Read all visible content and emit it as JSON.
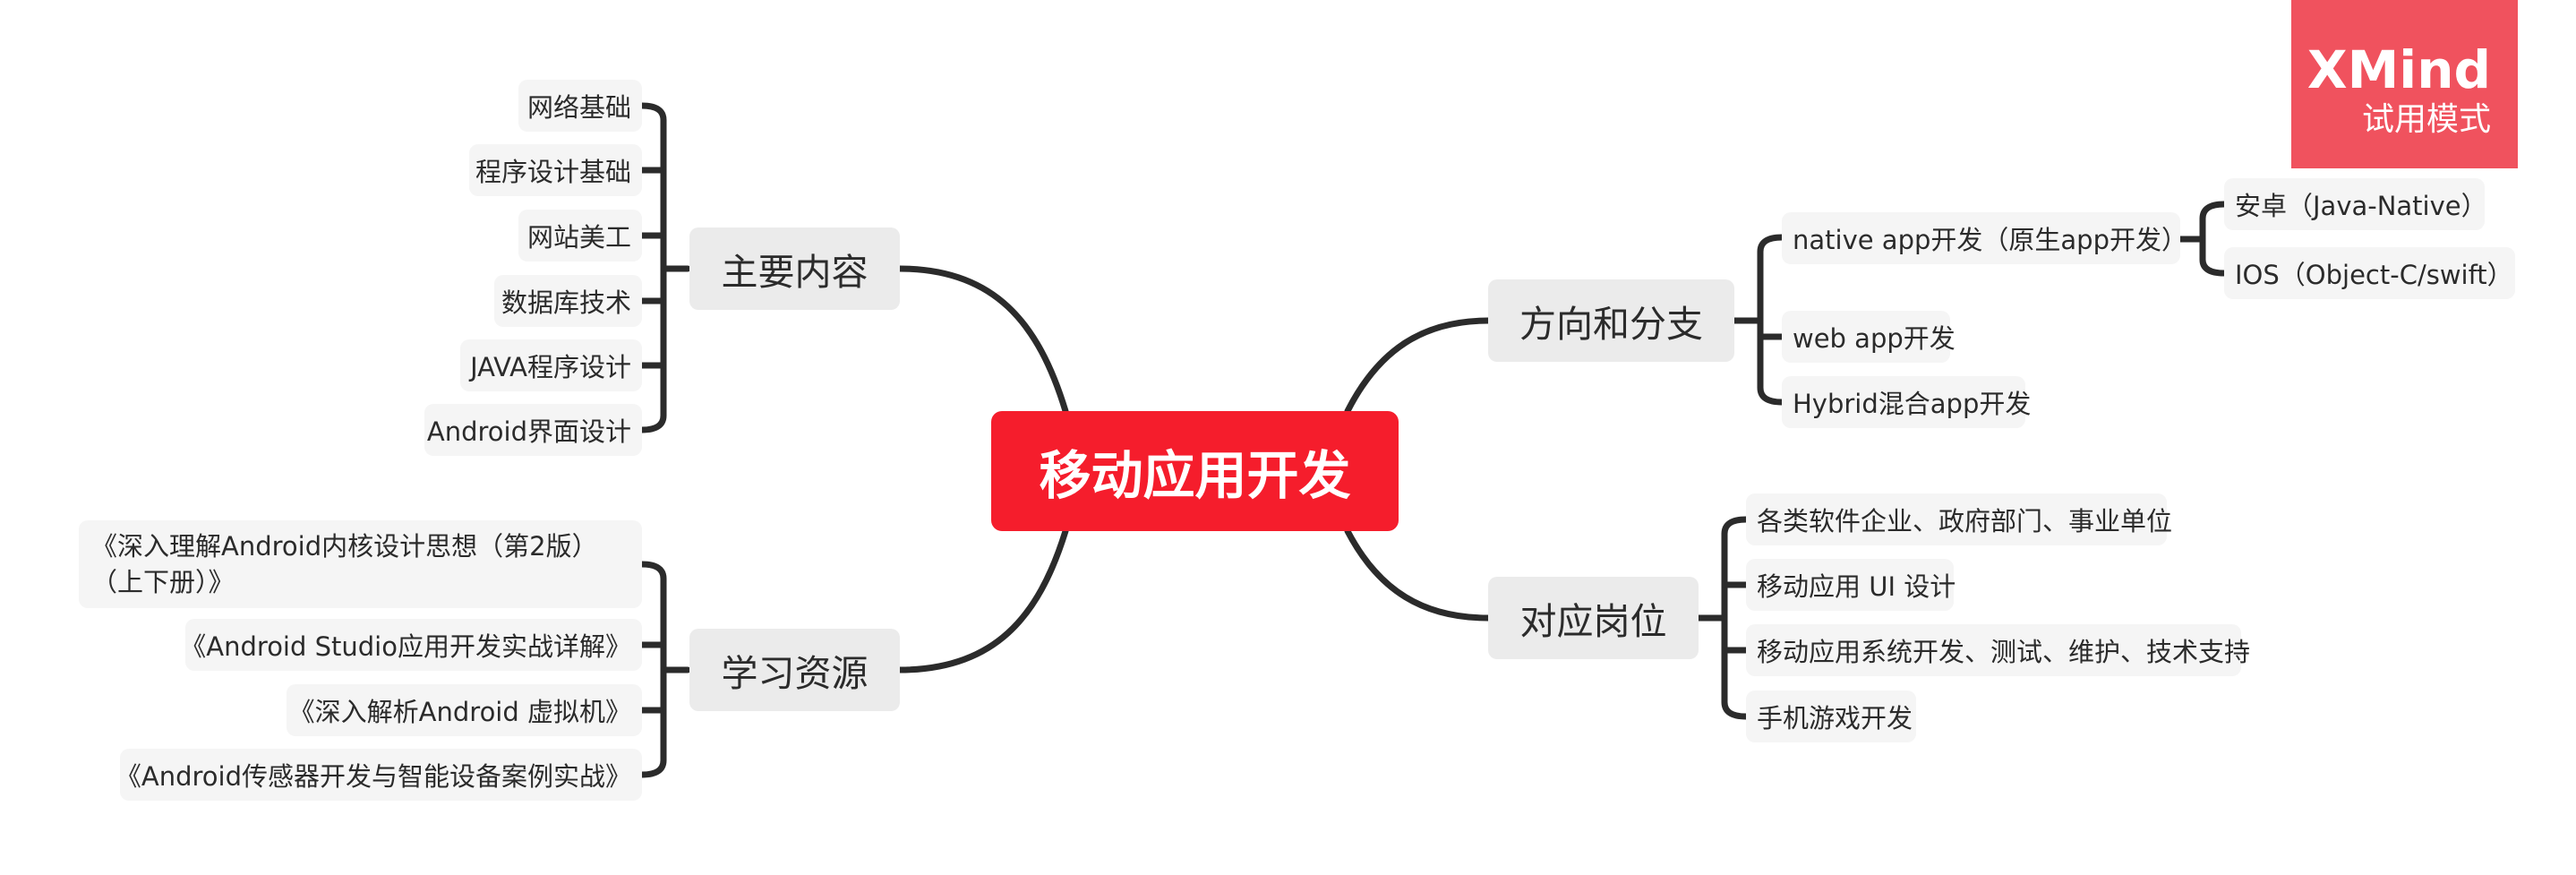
{
  "root": {
    "label": "移动应用开发"
  },
  "branches": {
    "content": {
      "label": "主要内容",
      "items": [
        "网络基础",
        "程序设计基础",
        "网站美工",
        "数据库技术",
        "JAVA程序设计",
        "Android界面设计"
      ]
    },
    "resources": {
      "label": "学习资源",
      "items": [
        "《深入理解Android内核设计思想（第2版）（上下册）》",
        "《Android Studio应用开发实战详解》",
        "《深入解析Android 虚拟机》",
        "《Android传感器开发与智能设备案例实战》"
      ]
    },
    "direction": {
      "label": "方向和分支",
      "native": {
        "label": "native app开发（原生app开发）",
        "children": [
          "安卓（Java-Native）",
          "IOS（Object-C/swift）"
        ]
      },
      "web": {
        "label": "web app开发"
      },
      "hybrid": {
        "label": "Hybrid混合app开发"
      }
    },
    "positions": {
      "label": "对应岗位",
      "items": [
        "各类软件企业、政府部门、事业单位",
        "移动应用 UI 设计",
        "移动应用系统开发、测试、维护、技术支持",
        "手机游戏开发"
      ]
    }
  },
  "watermark": {
    "brand": "XMind",
    "mode": "试用模式"
  },
  "colors": {
    "root": "#f51d2c",
    "branch": "#ebebeb",
    "leaf": "#f5f5f5",
    "line": "#2b2b2b",
    "watermark": "#f0525e"
  }
}
